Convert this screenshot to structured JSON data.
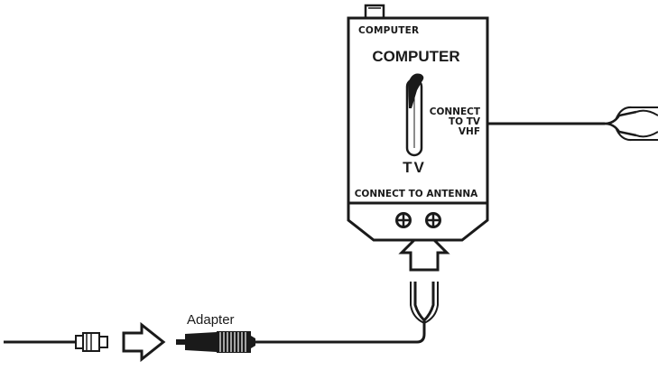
{
  "switch_box": {
    "corner_label": "COMPUTER",
    "top_label": "COMPUTER",
    "bottom_label": "TV",
    "side_label_lines": [
      "CONNECT",
      "TO TV",
      "VHF"
    ],
    "antenna_label": "CONNECT TO ANTENNA"
  },
  "adapter_label": "Adapter",
  "colors": {
    "ink": "#1a1a1a",
    "paper": "#ffffff"
  }
}
